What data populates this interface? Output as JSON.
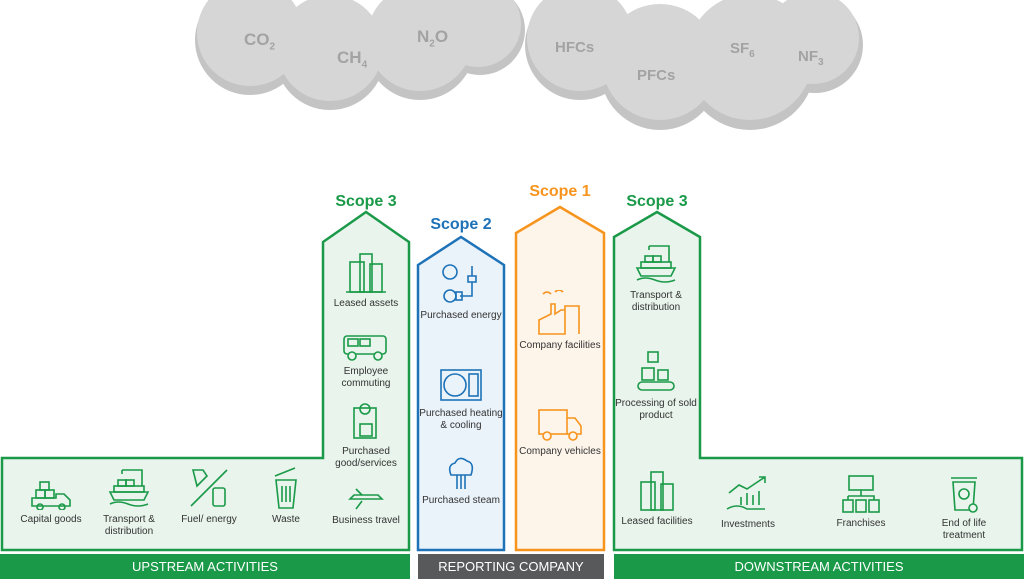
{
  "gases": [
    {
      "base": "CO",
      "sub": "2"
    },
    {
      "base": "CH",
      "sub": "4"
    },
    {
      "base": "N",
      "sub": "2",
      "tail": "O"
    },
    {
      "base": "HFCs"
    },
    {
      "base": "PFCs"
    },
    {
      "base": "SF",
      "sub": "6"
    },
    {
      "base": "NF",
      "sub": "3"
    }
  ],
  "scopes": {
    "upstream": "Scope 3",
    "scope2": "Scope 2",
    "scope1": "Scope 1",
    "downstream": "Scope 3"
  },
  "upstream_items": [
    "Leased assets",
    "Employee commuting",
    "Purchased good/services",
    "Capital goods",
    "Transport & distribution",
    "Fuel/ energy",
    "Waste",
    "Business travel"
  ],
  "scope2_items": [
    "Purchased energy",
    "Purchased heating & cooling",
    "Purchased steam"
  ],
  "scope1_items": [
    "Company facilities",
    "Company vehicles"
  ],
  "downstream_items": [
    "Transport & distribution",
    "Processing of sold product",
    "Leased facilities",
    "Investments",
    "Franchises",
    "End of life treatment"
  ],
  "bars": {
    "upstream": "UPSTREAM ACTIVITIES",
    "reporting": "REPORTING COMPANY",
    "downstream": "DOWNSTREAM ACTIVITIES"
  },
  "colors": {
    "green": "#1a9a48",
    "blue": "#1d72b8",
    "orange": "#f7941d",
    "gray": "#58595b",
    "cloud": "#d3d3d3"
  }
}
